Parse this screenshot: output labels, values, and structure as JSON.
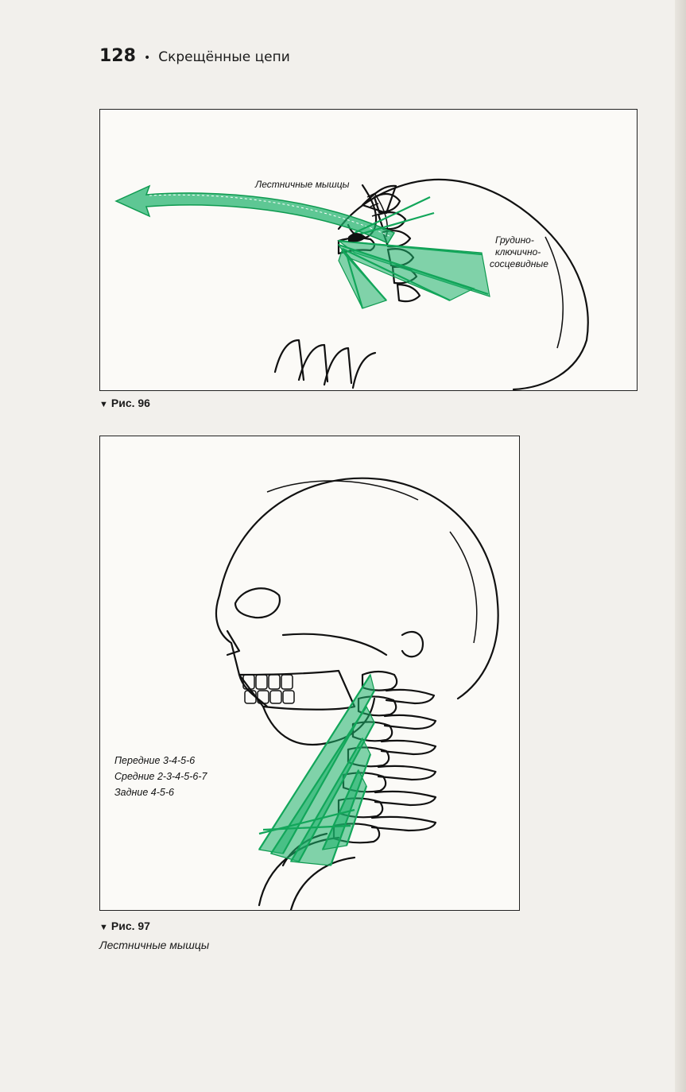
{
  "header": {
    "page_number": "128",
    "bullet": "•",
    "chapter_title": "Скрещённые цепи"
  },
  "figure96": {
    "caption": "Рис. 96",
    "label_scalene": "Лестничные мышцы",
    "label_scm_line1": "Грудино-",
    "label_scm_line2": "ключично-",
    "label_scm_line3": "сосцевидные"
  },
  "figure97": {
    "caption": "Рис. 97",
    "subcaption": "Лестничные мышцы",
    "legend": {
      "front": "Передние 3-4-5-6",
      "middle": "Средние 2-3-4-5-6-7",
      "back": "Задние 4-5-6"
    }
  },
  "colors": {
    "muscle_green": "#1bb06a",
    "line": "#111111"
  }
}
